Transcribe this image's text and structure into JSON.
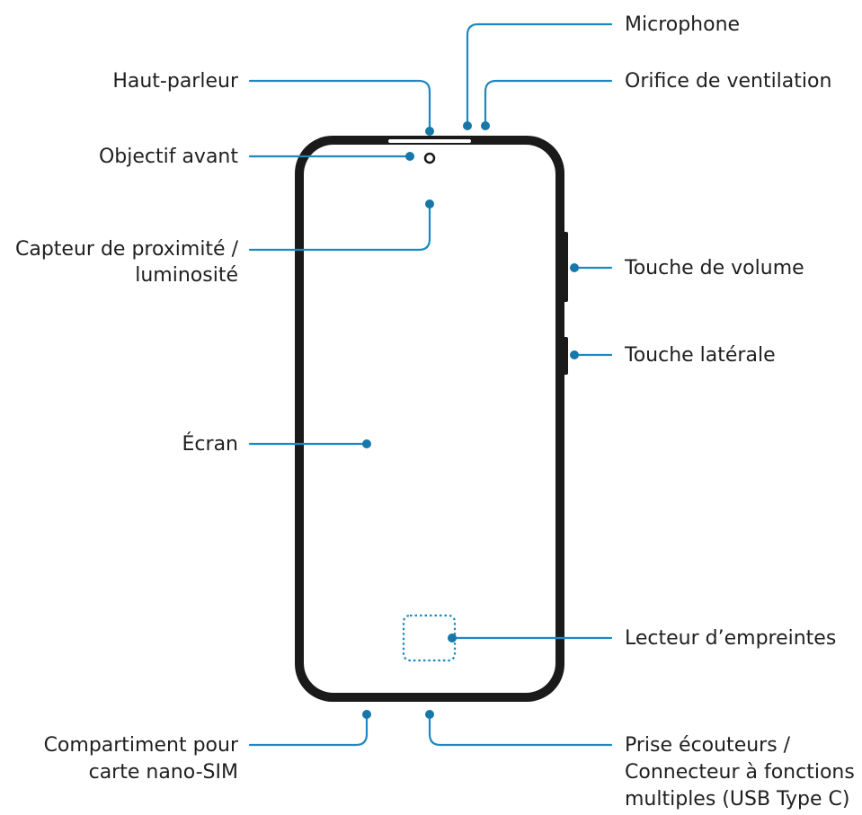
{
  "colors": {
    "accent": "#1d88c0",
    "device": "#1a1a1a",
    "text": "#1f1f1f"
  },
  "labels": {
    "microphone": "Microphone",
    "vent": "Orifice de ventilation",
    "speaker": "Haut-parleur",
    "front_lens": "Objectif avant",
    "sensor_line1": "Capteur de proximité /",
    "sensor_line2": "luminosité",
    "volume_key": "Touche de volume",
    "side_key": "Touche latérale",
    "screen": "Écran",
    "fingerprint": "Lecteur d’empreintes",
    "sim_line1": "Compartiment pour",
    "sim_line2": "carte nano-SIM",
    "usb_line1": "Prise écouteurs /",
    "usb_line2": "Connecteur à fonctions",
    "usb_line3": "multiples (USB Type C)"
  }
}
